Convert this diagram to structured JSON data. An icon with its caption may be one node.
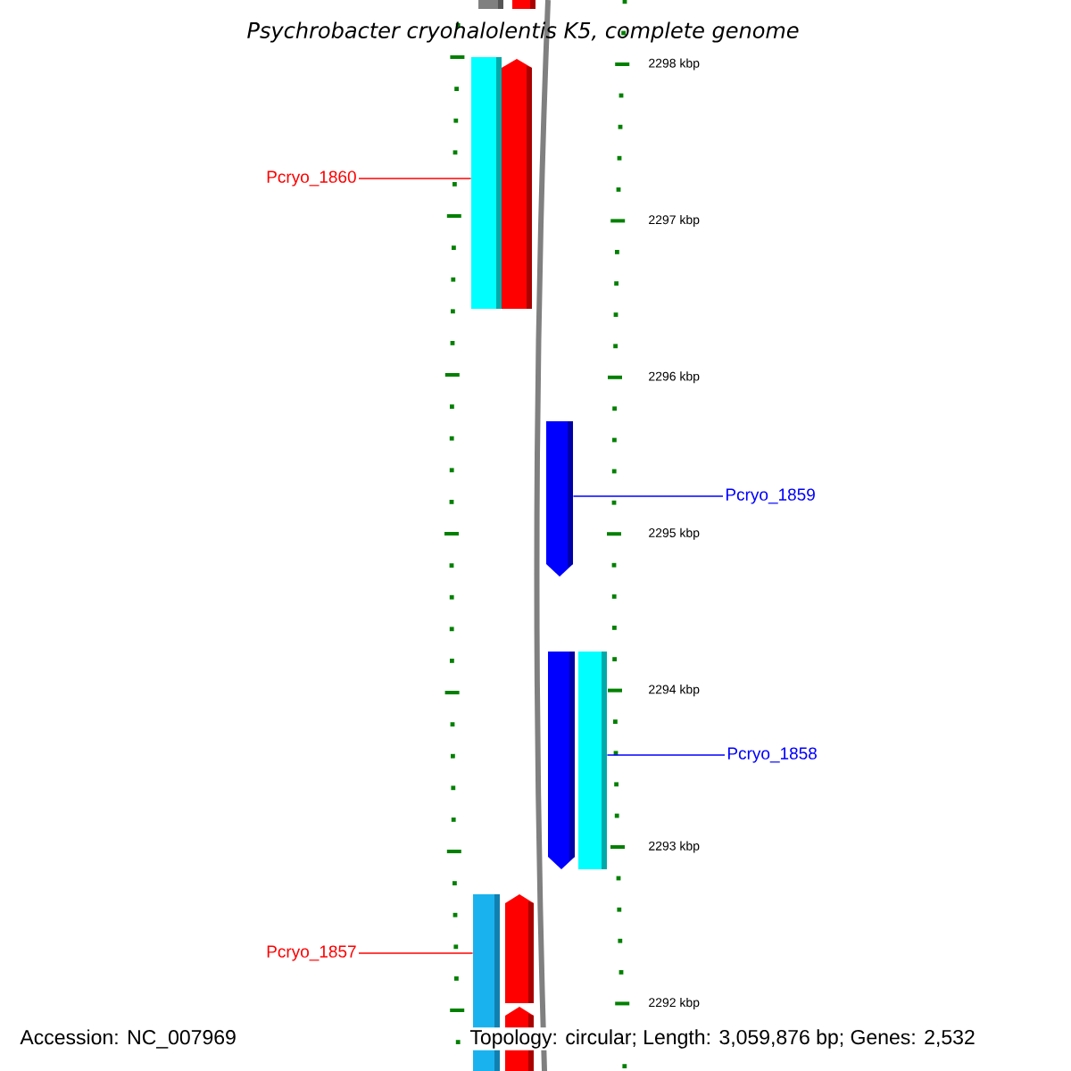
{
  "diagram": {
    "title": "Psychrobacter cryohalolentis K5, complete genome",
    "nodes": [
      {
        "text": [],
        "shape": "bar"
      },
      {
        "text": [],
        "shape": "bar"
      },
      {
        "text": [
          "Pcryo_1860"
        ]
      },
      {
        "text": [],
        "shape": "bar"
      },
      {
        "text": [],
        "shape": "bar"
      },
      {
        "text": [
          "Pcryo_1859"
        ]
      },
      {
        "text": [],
        "shape": "bar"
      },
      {
        "text": [
          "Pcryo_1858"
        ]
      },
      {
        "text": [],
        "shape": "bar"
      },
      {
        "text": [],
        "shape": "bar"
      },
      {
        "text": [
          "Pcryo_1857"
        ]
      },
      {
        "text": [],
        "shape": "bar"
      },
      {
        "text": [],
        "shape": "bar"
      },
      {
        "text": [],
        "shape": "bar"
      }
    ],
    "edges": [
      {
        "from": 2,
        "to": 3,
        "arrow": "none",
        "color": "#ff0000"
      },
      {
        "from": 5,
        "to": 6,
        "arrow": "none",
        "color": "#0000ff"
      },
      {
        "from": 7,
        "to": 9,
        "arrow": "none",
        "color": "#0000ff"
      },
      {
        "from": 10,
        "to": 11,
        "arrow": "none",
        "color": "#ff0000"
      }
    ],
    "labels": [
      "2298 kbp",
      "2297 kbp",
      "2296 kbp",
      "2295 kbp",
      "2294 kbp",
      "2293 kbp",
      "2292 kbp",
      "Accession: NC_007969",
      "Topology: circular; Length: 3,059,876 bp; Genes: 2,532"
    ]
  }
}
